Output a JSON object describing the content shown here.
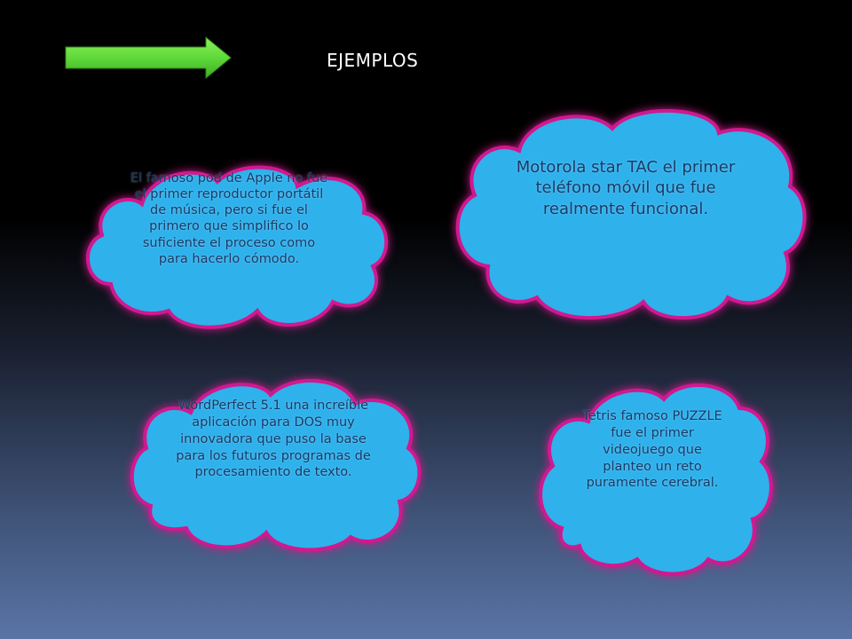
{
  "slide": {
    "title": "EJEMPLOS",
    "arrow_icon": "right-arrow-icon",
    "colors": {
      "cloud_fill": "#2fb1ec",
      "cloud_glow": "#d0198e",
      "arrow": "#5fd93a",
      "text": "#1a3a66"
    },
    "clouds": [
      {
        "id": "ipod",
        "text": "El famoso pod de Apple no fue el primer reproductor portátil de música, pero si fue el primero que simplifico lo suficiente el proceso como para hacerlo cómodo."
      },
      {
        "id": "motorola",
        "text": "Motorola star TAC el primer teléfono móvil que fue realmente funcional."
      },
      {
        "id": "wordperfect",
        "text": "WordPerfect 5.1 una increíble aplicación para DOS muy innovadora que puso la base para los futuros programas de procesamiento de texto."
      },
      {
        "id": "tetris",
        "text": "Tetris famoso PUZZLE fue el primer videojuego que planteo un reto puramente cerebral."
      }
    ]
  }
}
